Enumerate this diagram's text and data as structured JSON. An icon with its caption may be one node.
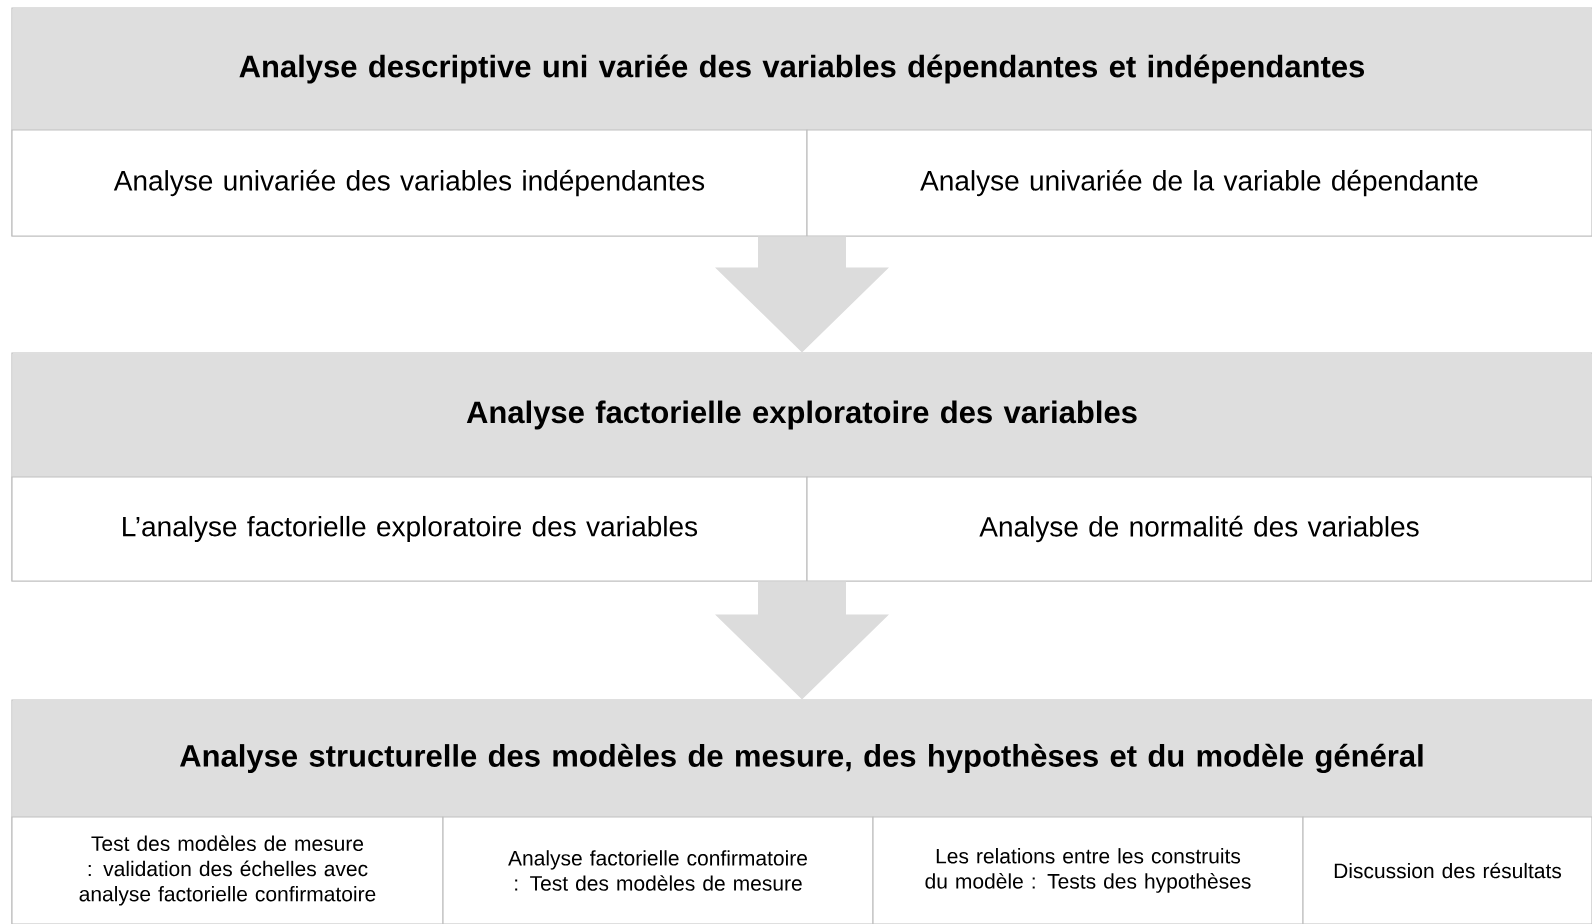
{
  "diagram": {
    "nodes": [
      {
        "text": [
          "Analyse descriptive uni variée des variables dépendantes et indépendantes"
        ]
      },
      {
        "text": [
          "Analyse univariée des variables indépendantes"
        ],
        "in": 0
      },
      {
        "text": [
          "Analyse univariée de la variable dépendante"
        ],
        "in": 0
      },
      {
        "text": [
          "Analyse factorielle exploratoire des variables"
        ]
      },
      {
        "text": [
          "L’analyse factorielle exploratoire des variables"
        ],
        "in": 3
      },
      {
        "text": [
          "Analyse de normalité des variables"
        ],
        "in": 3
      },
      {
        "text": [
          "Analyse structurelle des modèles de mesure, des hypothèses et du modèle général"
        ]
      },
      {
        "text": [
          "Test des modèles de mesure : validation des échelles avec analyse factorielle confirmatoire"
        ],
        "in": 6
      },
      {
        "text": [
          "Analyse factorielle confirmatoire : Test des modèles de mesure"
        ],
        "in": 6
      },
      {
        "text": [
          "Les relations entre les construits du modèle : Tests des hypothèses"
        ],
        "in": 6
      },
      {
        "text": [
          "Discussion des résultats"
        ],
        "in": 6
      }
    ],
    "edges": [
      {
        "from": 0,
        "to": 3,
        "arrow": "to"
      },
      {
        "from": 3,
        "to": 6,
        "arrow": "to"
      }
    ]
  }
}
